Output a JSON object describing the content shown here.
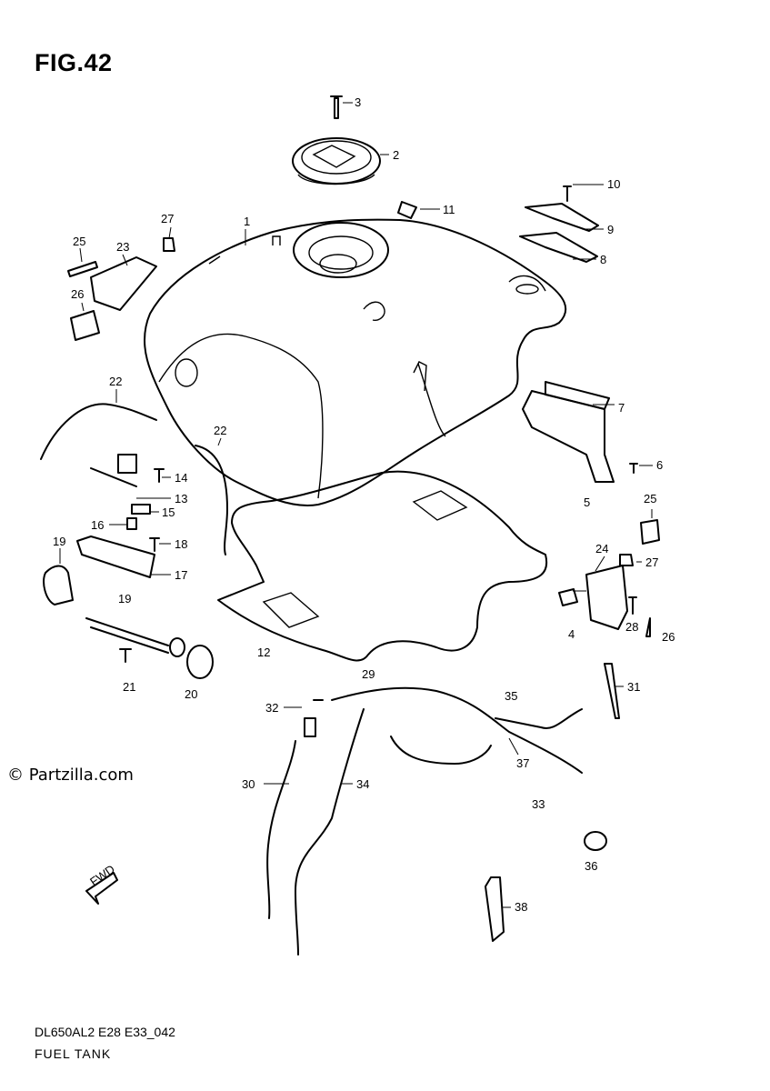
{
  "title": "FIG.42",
  "watermark": "© Partzilla.com",
  "footer": {
    "code": "DL650AL2 E28 E33_042",
    "name": "FUEL TANK"
  },
  "labels": [
    {
      "id": "lbl-1",
      "text": "1"
    },
    {
      "id": "lbl-2",
      "text": "2"
    },
    {
      "id": "lbl-3",
      "text": "3"
    },
    {
      "id": "lbl-4",
      "text": "4"
    },
    {
      "id": "lbl-5",
      "text": "5"
    },
    {
      "id": "lbl-6",
      "text": "6"
    },
    {
      "id": "lbl-7",
      "text": "7"
    },
    {
      "id": "lbl-8",
      "text": "8"
    },
    {
      "id": "lbl-9",
      "text": "9"
    },
    {
      "id": "lbl-10",
      "text": "10"
    },
    {
      "id": "lbl-11",
      "text": "11"
    },
    {
      "id": "lbl-12",
      "text": "12"
    },
    {
      "id": "lbl-13",
      "text": "13"
    },
    {
      "id": "lbl-14",
      "text": "14"
    },
    {
      "id": "lbl-15",
      "text": "15"
    },
    {
      "id": "lbl-16",
      "text": "16"
    },
    {
      "id": "lbl-17",
      "text": "17"
    },
    {
      "id": "lbl-18",
      "text": "18"
    },
    {
      "id": "lbl-19a",
      "text": "19"
    },
    {
      "id": "lbl-19b",
      "text": "19"
    },
    {
      "id": "lbl-20",
      "text": "20"
    },
    {
      "id": "lbl-21",
      "text": "21"
    },
    {
      "id": "lbl-22a",
      "text": "22"
    },
    {
      "id": "lbl-22b",
      "text": "22"
    },
    {
      "id": "lbl-23",
      "text": "23"
    },
    {
      "id": "lbl-24",
      "text": "24"
    },
    {
      "id": "lbl-25a",
      "text": "25"
    },
    {
      "id": "lbl-25b",
      "text": "25"
    },
    {
      "id": "lbl-26a",
      "text": "26"
    },
    {
      "id": "lbl-26b",
      "text": "26"
    },
    {
      "id": "lbl-27a",
      "text": "27"
    },
    {
      "id": "lbl-27b",
      "text": "27"
    },
    {
      "id": "lbl-28",
      "text": "28"
    },
    {
      "id": "lbl-29",
      "text": "29"
    },
    {
      "id": "lbl-30",
      "text": "30"
    },
    {
      "id": "lbl-31",
      "text": "31"
    },
    {
      "id": "lbl-32",
      "text": "32"
    },
    {
      "id": "lbl-33",
      "text": "33"
    },
    {
      "id": "lbl-34",
      "text": "34"
    },
    {
      "id": "lbl-35",
      "text": "35"
    },
    {
      "id": "lbl-36",
      "text": "36"
    },
    {
      "id": "lbl-37",
      "text": "37"
    },
    {
      "id": "lbl-38",
      "text": "38"
    }
  ],
  "fwd_arrow": "FWD"
}
